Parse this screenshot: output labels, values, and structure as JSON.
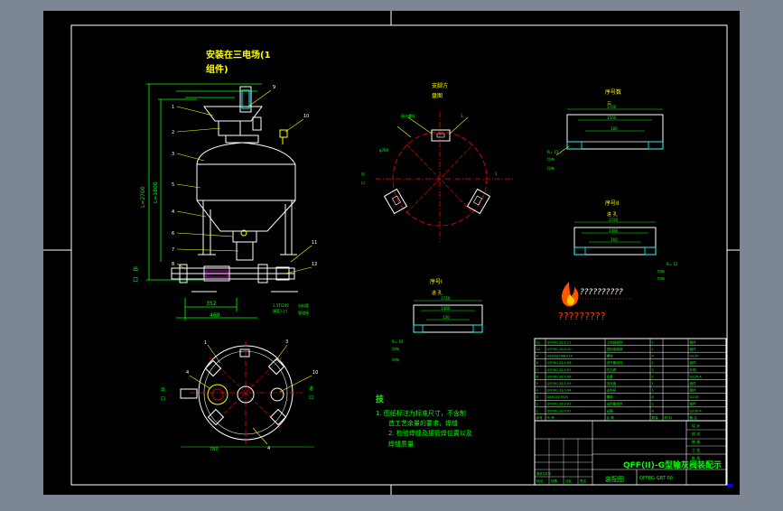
{
  "drawing": {
    "main_note": "安装在三电场(1",
    "main_note_2": "组件)",
    "top_view_title": "支脚方",
    "top_view_sub": "盘图",
    "watermark_text": "??????????",
    "watermark_sub": "?????????",
    "tech_req_title": "技",
    "tech_req_lines": [
      "1. 图纸标注为标准尺寸，不含制",
      "造工艺余量的要求，焊缝",
      "2. 检验焊缝及接管焊位置以及",
      "焊缝质量"
    ],
    "drawing_title": "QFF(II)-G型输灰阀装配示",
    "drawing_number": "QFFBG-GBT-00",
    "scale_label": "装配图",
    "section_labels": {
      "section_a": "序号数",
      "section_b": "序号II",
      "section_c": "序号I"
    },
    "section_sublabels": {
      "a": "三",
      "b": "进 孔",
      "c": "进 孔"
    },
    "dims_top": [
      "1700",
      "1720",
      "1720"
    ],
    "dims_mid": [
      "1500",
      "1480",
      "1460"
    ],
    "dims_bot": [
      "180",
      "160",
      "130"
    ],
    "dim_main": {
      "left_total": "L=2700",
      "left_mid": "L=1800",
      "bottom_1": "352",
      "bottom_2": "460",
      "plan_width": "780",
      "side_label": "出",
      "side_label_2": "口"
    },
    "balloons": [
      "1",
      "2",
      "3",
      "4",
      "5",
      "6",
      "7",
      "8",
      "9",
      "10",
      "11",
      "12"
    ],
    "bom_rows": [
      [
        "11",
        "QFFBG.33.0.11",
        "上料阀组件",
        "1",
        "",
        "组件"
      ],
      [
        "10",
        "QFFBG.33.0.10",
        "进料电磁阀",
        "1",
        "",
        "组件"
      ],
      [
        "9",
        "GB5783 M8×20",
        "螺栓",
        "4",
        "",
        "Q235"
      ],
      [
        "8",
        "QFFBG.33.0.08",
        "进气管组件",
        "1",
        "",
        "组件"
      ],
      [
        "7",
        "QFFBG.33.0.07",
        "压力表",
        "1",
        "",
        "外购"
      ],
      [
        "6",
        "QFFBG.33.0.06",
        "仓泵",
        "1",
        "",
        "Q235-A"
      ],
      [
        "5",
        "QFFBG.33.0.05",
        "流化盘",
        "1",
        "",
        "组件"
      ],
      [
        "4",
        "QFFBG.33.0.04",
        "出料阀",
        "1",
        "",
        "组件"
      ],
      [
        "3",
        "GB6170 M16",
        "螺母",
        "8",
        "",
        "Q235"
      ],
      [
        "2",
        "QFFBG.33.0.02",
        "出料管组件",
        "1",
        "",
        "组件"
      ],
      [
        "1",
        "QFFBG.33.0.01",
        "支脚",
        "4",
        "",
        "Q235-A"
      ]
    ],
    "bom_header": [
      "序号",
      "代 号",
      "名 称",
      "数量",
      "材 料",
      "备 注"
    ],
    "title_block_right": [
      "设 计",
      "校 对",
      "审 核",
      "工 艺",
      "批 准"
    ],
    "title_block_bottom": [
      "标记",
      "处数",
      "分区",
      "更改文件号",
      "签名"
    ]
  },
  "colors": {
    "background": "#000000",
    "frame": "#ffffff",
    "geometry": "#ffffff",
    "dimension": "#00ff00",
    "center_line": "#ff0000",
    "leader": "#ffff00",
    "accent_cyan": "#00ffff",
    "accent_magenta": "#ff00ff",
    "accent_blue": "#0000ff",
    "watermark_flame": "#ff5500",
    "outer": "#7d8793"
  },
  "icons": {
    "watermark": "flame-logo-icon"
  }
}
